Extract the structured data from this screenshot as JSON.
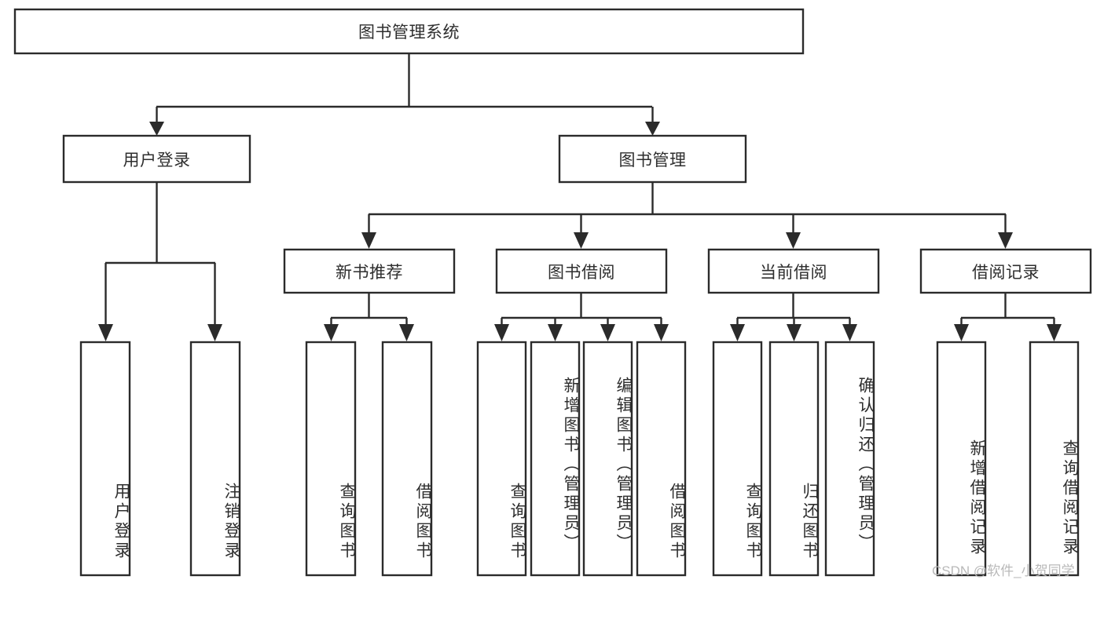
{
  "diagram": {
    "type": "hierarchy-tree",
    "title_node": {
      "label": "图书管理系统"
    },
    "level2": [
      {
        "label": "用户登录"
      },
      {
        "label": "图书管理"
      }
    ],
    "level3": [
      {
        "label": "新书推荐"
      },
      {
        "label": "图书借阅"
      },
      {
        "label": "当前借阅"
      },
      {
        "label": "借阅记录"
      }
    ],
    "leaves": {
      "user_login": [
        {
          "label": "用户登录"
        },
        {
          "label": "注销登录"
        }
      ],
      "new_book_recommend": [
        {
          "label": "查询图书"
        },
        {
          "label": "借阅图书"
        }
      ],
      "book_borrow": [
        {
          "label": "查询图书"
        },
        {
          "label": "新增图书（管理员）"
        },
        {
          "label": "编辑图书（管理员）"
        },
        {
          "label": "借阅图书"
        }
      ],
      "current_borrow": [
        {
          "label": "查询图书"
        },
        {
          "label": "归还图书"
        },
        {
          "label": "确认归还（管理员）"
        }
      ],
      "borrow_record": [
        {
          "label": "新增借阅记录"
        },
        {
          "label": "查询借阅记录"
        }
      ]
    }
  },
  "watermark": {
    "text": "CSDN @软件_小贺同学"
  },
  "colors": {
    "stroke": "#2b2b2b",
    "text": "#2e2e2e",
    "background": "#ffffff",
    "watermark": "#b9b9b9"
  }
}
